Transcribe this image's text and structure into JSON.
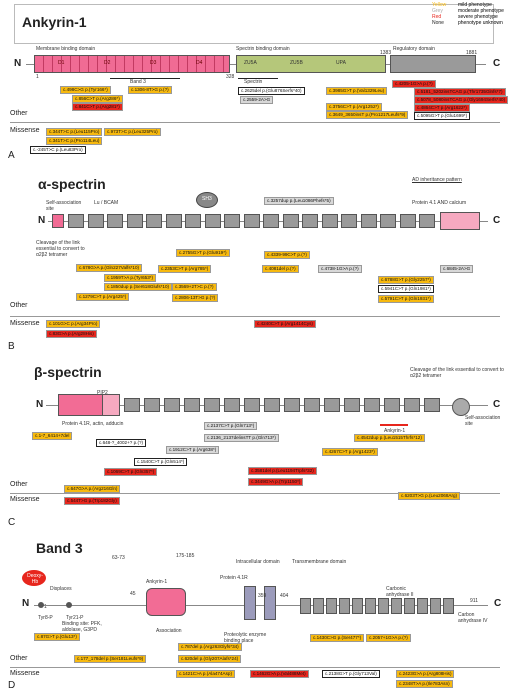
{
  "legend": {
    "items": [
      {
        "key": "Yellow",
        "label": "mild phenotype",
        "color": "#f7b90f"
      },
      {
        "key": "Grey",
        "label": "moderate phenotype",
        "color": "#aaaaaa"
      },
      {
        "key": "Red",
        "label": "severe phenotype",
        "color": "#e7261d"
      },
      {
        "key": "None",
        "label": "phenotype unknown",
        "color": "#222222"
      }
    ]
  },
  "ankyrin": {
    "title": "Ankyrin-1",
    "letter": "A",
    "n": "N",
    "c": "C",
    "domains": {
      "membrane": "Membrane binding domain",
      "spectrin": "Spectrin binding domain",
      "regulatory": "Regulatory domain"
    },
    "sub": {
      "d1": "D1",
      "d2": "D2",
      "d3": "D3",
      "d4": "D4",
      "zu5a": "ZU5A",
      "zu5b": "ZU5B",
      "upa": "UPA",
      "band3": "Band 3",
      "spectrin": "Spectrin"
    },
    "nums": {
      "a1": "1",
      "a328": "328",
      "a1383": "1383",
      "a1881": "1881"
    },
    "other": "Other",
    "missense": "Missense",
    "tags": [
      "c.498C>G p.(Tyr166*)",
      "c.856C>T p.(Arg286*)",
      "c.841C>T p.(Arg281*)",
      "c.1306-8T>G p.(?)",
      "c.2625del p.(Glu876Serfs*40)",
      "c.2559-2A>G",
      "c.3985G>T p.(Val1329Leu)",
      "c.3756C>T p.(Arg1252*)",
      "c.3649_3650insT p.(Pro1217Leufs*9)",
      "c.4205-1G>A p.(?)",
      "c.5181_5202insTCAG p.(Thr1735Glnfs*7)",
      "c.5078_5080insTCAG p.(Gly1694Serfs*40)",
      "c.4864C>T p.(Arg1622*)",
      "c.5095G>T p.(Glu1699*)",
      "c.344T>C p.(Leu115Pro)",
      "c.973T>C p.(Leu325Pro)",
      "c.341T>C p.(Pro114Leu)",
      "c.-245T>C p.(Leu83Pro)"
    ]
  },
  "alpha": {
    "title": "α-spectrin",
    "letter": "B",
    "n": "N",
    "c": "C",
    "ad": "AD inheritance pattern",
    "labels": {
      "self": "Self-association site",
      "lu": "Lu / BCAM",
      "cleavage": "Cleavage of the link essential to convert to α2β2 tetramer",
      "protein41": "Protein 4.1 AND calcium",
      "sh3": "SH3"
    },
    "other": "Other",
    "missense": "Missense",
    "tags": [
      "c.3257dup p.(Leu1086Phefs*5)",
      "c.2755G>T p.(Glu919*)",
      "c.2353C>T p.(Arg785*)",
      "c.1959T>A p.(Tyr653*)",
      "c.1850dup p.(Ser618Glufs*10)",
      "c.678G>A p.(Gln227Valfs*10)",
      "c.1279C>T p.(Arg425*)",
      "c.3569+2T>C p.(?)",
      "c.2806-13T>G p.(?)",
      "c.4339-99C>T p.(?)",
      "c.4081del p.(?)",
      "c.4738-1G>A p.(?)",
      "c.6788G>T p.(Gly2257*)",
      "c.5941C>T p.(Gln1981*)",
      "c.5791C>T p.(Gln1931*)",
      "c.6845-2A>G",
      "c.101G>C p.(Arg34Pro)",
      "c.83G>A p.(Arg28His)",
      "c.4240C>T p.(Arg1414Cys)"
    ]
  },
  "beta": {
    "title": "β-spectrin",
    "letter": "C",
    "n": "N",
    "c": "C",
    "labels": {
      "cleavage": "Cleavage of the link essential to convert to α2β2 tetramer",
      "pip2": "PIP2",
      "protein41": "Protein 4.1R, actin, adducin",
      "ankyrin": "Ankyrin-1",
      "self": "Self-association site"
    },
    "other": "Other",
    "missense": "Missense",
    "tags": [
      "c.1-7_6414+7del",
      "c.648-?_4002+? p.(?)",
      "c.2137C>T p.(Gln713*)",
      "c.2136_2137delinsTT p.(Gln713*)",
      "c.1912C>T p.(Arg638*)",
      "c.1540C>T p.(Gln514*)",
      "c.1069C>T p.(Gln357*)",
      "c.4542dup p.(Leu1515Thrfs*12)",
      "c.4267C>T p.(Arg1423*)",
      "c.3581del p.(Leu1194Trpfs*32)",
      "c.3449G>A p.(Trp1150*)",
      "c.647G>A p.(Arg216Gln)",
      "c.544T>G p.(Trp182Gly)",
      "c.6203T>G p.(Leu2068Arg)"
    ]
  },
  "band3": {
    "title": "Band 3",
    "letter": "D",
    "n": "N",
    "c": "C",
    "labels": {
      "deoxyhb": "Deoxy-Hb",
      "displaces": "Displaces",
      "ankyrin": "Ankyrin-1",
      "intracellular": "Intracellular domain",
      "transmembrane": "Transmembrane domain",
      "protein41": "Protein 4.1R",
      "carbonic": "Carbonic anhydrase II",
      "carbonic2": "Carbon anhydrase IV",
      "binding": "Binding site: PFK, aldolase, G3PD",
      "association": "Association",
      "proteolytic": "Proteolytic enzyme binding place",
      "tyr8": "Tyr8-P",
      "tyr21": "Tyr21-P"
    },
    "nums": {
      "n1": "1",
      "n45": "45",
      "n6373": "63-73",
      "n175": "175-185",
      "n359": "359",
      "n404": "404",
      "n911": "911"
    },
    "other": "Other",
    "missense": "Missense",
    "tags": [
      "c.87G>T p.(Glu13*)",
      "c.177_178del p.(Ser181Leufs*9)",
      "c.787del p.(Arg263Glyfs*34)",
      "c.620del p.(Gly207Alafs*24)",
      "c.1430C>G p.(Ser477*)",
      "c.2057+1G>A p.(?)",
      "c.1421C>A p.(Ala474Asp)",
      "c.1462G>A p.(Val488Met)",
      "c.2138G>T p.(Gly713Val)",
      "c.2423G>A p.(Arg808His)",
      "c.2348T>A p.(Ile783Asn)"
    ]
  }
}
